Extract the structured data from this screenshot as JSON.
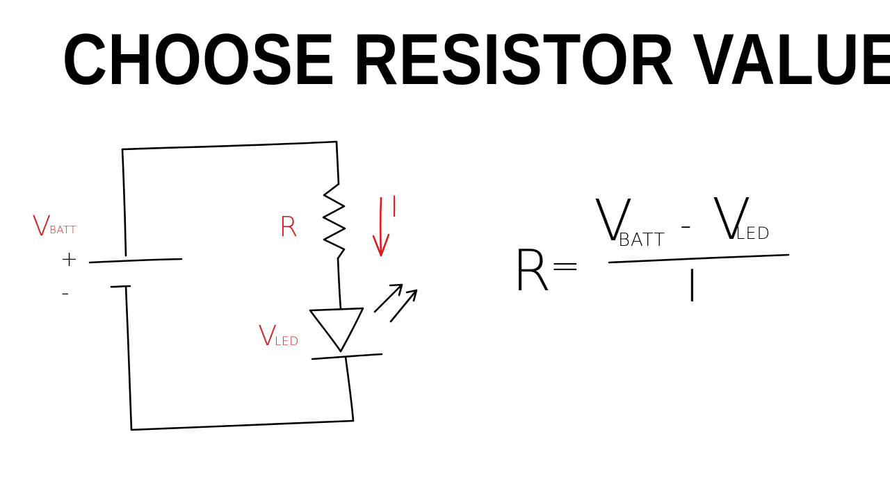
{
  "title": "CHOOSE RESISTOR VALUE",
  "colors": {
    "ink": "#000000",
    "annotation": "#d61f1f",
    "background": "#ffffff"
  },
  "circuit": {
    "battery_label_main": "V",
    "battery_label_sub": "BATT",
    "battery_plus": "+",
    "battery_minus": "-",
    "resistor_label": "R",
    "current_label": "I",
    "led_label_main": "V",
    "led_label_sub": "LED"
  },
  "formula": {
    "lhs": "R",
    "equals": "=",
    "numerator_v1": "V",
    "numerator_v1_sub": "BATT",
    "numerator_minus": "-",
    "numerator_v2": "V",
    "numerator_v2_sub": "LED",
    "denominator": "I"
  }
}
